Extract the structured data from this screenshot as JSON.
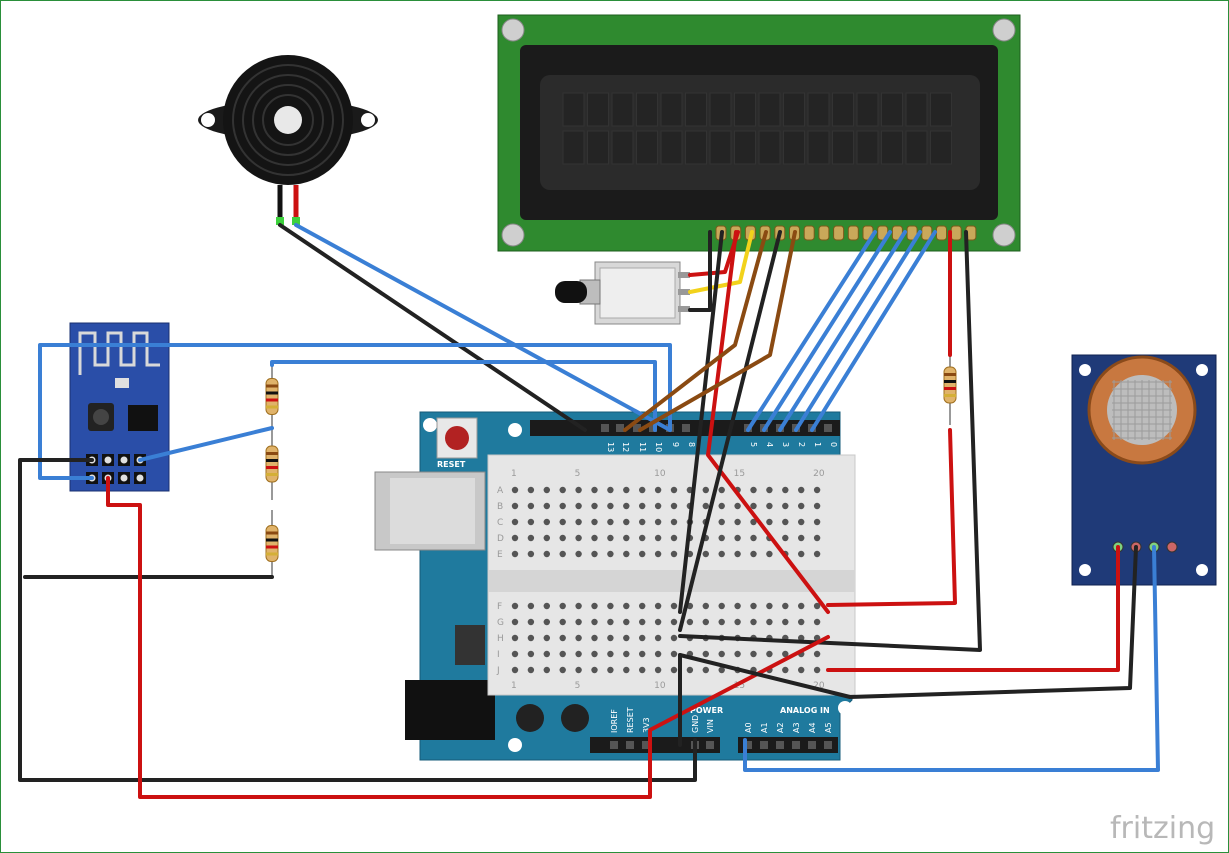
{
  "brand": {
    "label": "fritzing"
  },
  "arduino": {
    "reset_label": "RESET",
    "power_header_label": "POWER",
    "analog_header_label": "ANALOG IN",
    "digital_pins": [
      "13",
      "12",
      "11",
      "10",
      "9",
      "8",
      "5",
      "4",
      "3",
      "2",
      "1",
      "0"
    ],
    "power_pins": [
      "IOREF",
      "RESET",
      "3V3",
      "GND",
      "VIN"
    ],
    "analog_pins": [
      "A0",
      "A1",
      "A2",
      "A3",
      "A4",
      "A5"
    ]
  },
  "breadboard": {
    "column_numbers": [
      "1",
      "5",
      "10",
      "15",
      "20"
    ],
    "rows_top": [
      "A",
      "B",
      "C",
      "D",
      "E"
    ],
    "rows_bottom": [
      "F",
      "G",
      "H",
      "I",
      "J"
    ]
  },
  "colors": {
    "wire_red": "#cc1111",
    "wire_black": "#222222",
    "wire_blue": "#3a7fd5",
    "wire_yellow": "#f2d21b",
    "wire_brown": "#8a4a12",
    "arduino_board": "#1f7a9e",
    "lcd_board": "#2f8a2f",
    "esp_board": "#2a4ea8",
    "gas_board": "#1f3a78"
  }
}
